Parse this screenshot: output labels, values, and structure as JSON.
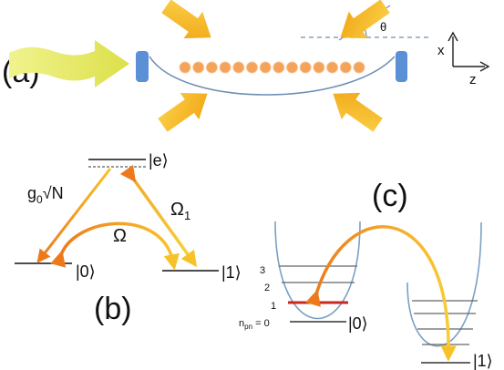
{
  "panels": {
    "a": "(a)",
    "b": "(b)",
    "c": "(c)"
  },
  "panel_a": {
    "angle_label": "θ",
    "axis_x": "x",
    "axis_z": "z",
    "atom_count": 14
  },
  "panel_b": {
    "excited": "|e⟩",
    "ground0": "|0⟩",
    "ground1": "|1⟩",
    "coupling_g_base": "g",
    "coupling_g_sub": "0",
    "coupling_g_sqrt": "√N",
    "omega": "Ω",
    "omega1_base": "Ω",
    "omega1_sub": "1"
  },
  "panel_c": {
    "level3": "3",
    "level2": "2",
    "level1": "1",
    "level0_label": "n",
    "level0_sub": "pn",
    "level0_eq": " = 0",
    "ket0": "|0⟩",
    "ket1": "|1⟩"
  },
  "colors": {
    "mirror": "#5b8fd6",
    "cavity": "#6f8db5",
    "atom": "#f3a35a",
    "beam": "#f2b21b",
    "pump": "#e6e86a",
    "arrow_orange": "#ee7d1e",
    "arrow_yellow": "#f7c227",
    "red_level": "#c8281e",
    "potential": "#7aa0c4"
  }
}
